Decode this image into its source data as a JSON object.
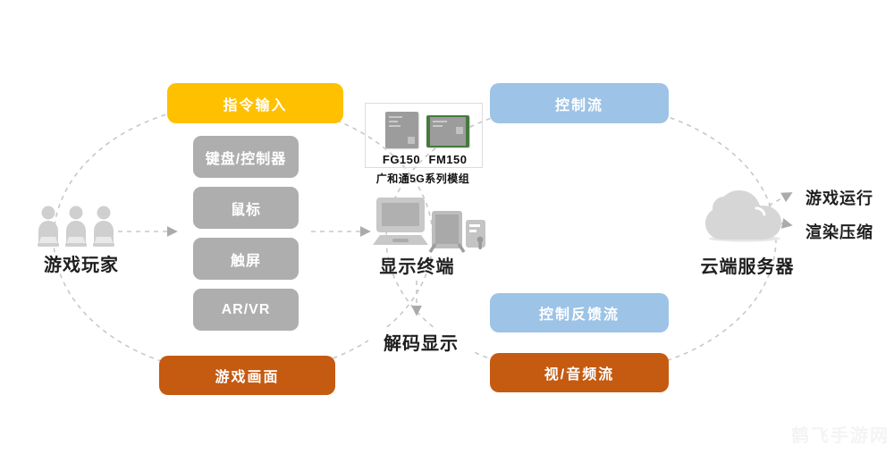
{
  "colors": {
    "accent_yellow": "#FFC000",
    "accent_blue": "#9DC3E6",
    "accent_orange": "#C55A11",
    "device_gray": "#AEAEAE",
    "line_gray": "#C8C8C8",
    "icon_gray": "#CFCFCF",
    "text_dark": "#1F1F1F"
  },
  "player": {
    "label": "游戏玩家"
  },
  "input": {
    "header": "指令输入",
    "devices": [
      "键盘/控制器",
      "鼠标",
      "触屏",
      "AR/VR"
    ],
    "game_screen": "游戏画面"
  },
  "module": {
    "chips": [
      "FG150",
      "FM150"
    ],
    "caption": "广和通5G系列模组"
  },
  "terminal": {
    "label": "显示终端",
    "decode": "解码显示"
  },
  "flows": {
    "control": "控制流",
    "control_feedback": "控制反馈流",
    "av_stream": "视/音频流"
  },
  "cloud": {
    "label": "云端服务器",
    "outputs": [
      "游戏运行",
      "渲染压缩"
    ]
  },
  "watermark": "鹤飞手游网"
}
